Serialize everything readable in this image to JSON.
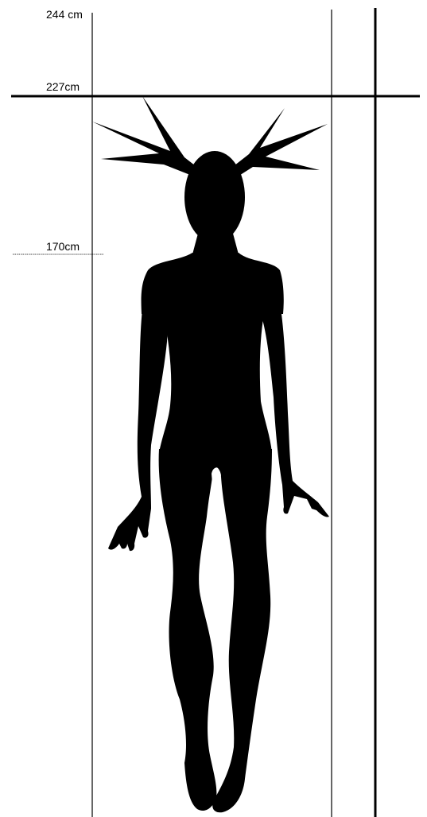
{
  "markers": [
    {
      "label": "244 cm",
      "height_cm": 244
    },
    {
      "label": "227cm",
      "height_cm": 227
    },
    {
      "label": "170cm",
      "height_cm": 170
    }
  ],
  "colors": {
    "background": "#ffffff",
    "ink": "#000000"
  },
  "figure": {
    "icon": "humanoid-silhouette-with-antler-horns"
  }
}
